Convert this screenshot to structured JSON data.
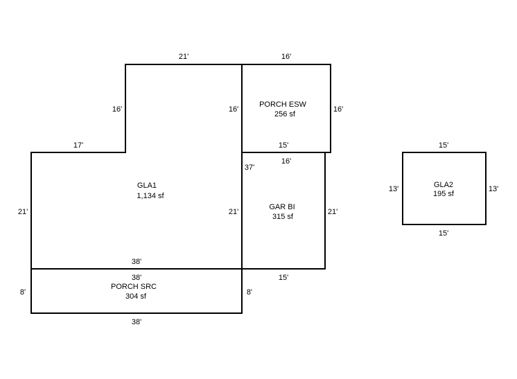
{
  "areas": {
    "gla1": {
      "name": "GLA1",
      "area": "1,134 sf"
    },
    "porch_esw": {
      "name": "PORCH ESW",
      "area": "256 sf"
    },
    "gar_bi": {
      "name": "GAR BI",
      "area": "315 sf"
    },
    "porch_src": {
      "name": "PORCH SRC",
      "area": "304 sf"
    },
    "gla2": {
      "name": "GLA2",
      "area": "195 sf"
    }
  },
  "dimensions": {
    "gla1_top": "21'",
    "gla1_upper_left": "16'",
    "gla1_upper_right": "16'",
    "gla1_step": "17'",
    "gla1_left": "21'",
    "gla1_right": "21'",
    "gla1_bottom": "38'",
    "gla1_right_total": "37'",
    "porch_esw_top": "16'",
    "porch_esw_right": "16'",
    "porch_esw_bottom": "15'",
    "gar_top": "16'",
    "gar_right": "21'",
    "gar_bottom": "15'",
    "porch_src_top": "38'",
    "porch_src_left": "8'",
    "porch_src_right": "8'",
    "porch_src_bottom": "38'",
    "gla2_top": "15'",
    "gla2_left": "13'",
    "gla2_right": "13'",
    "gla2_bottom": "15'"
  }
}
